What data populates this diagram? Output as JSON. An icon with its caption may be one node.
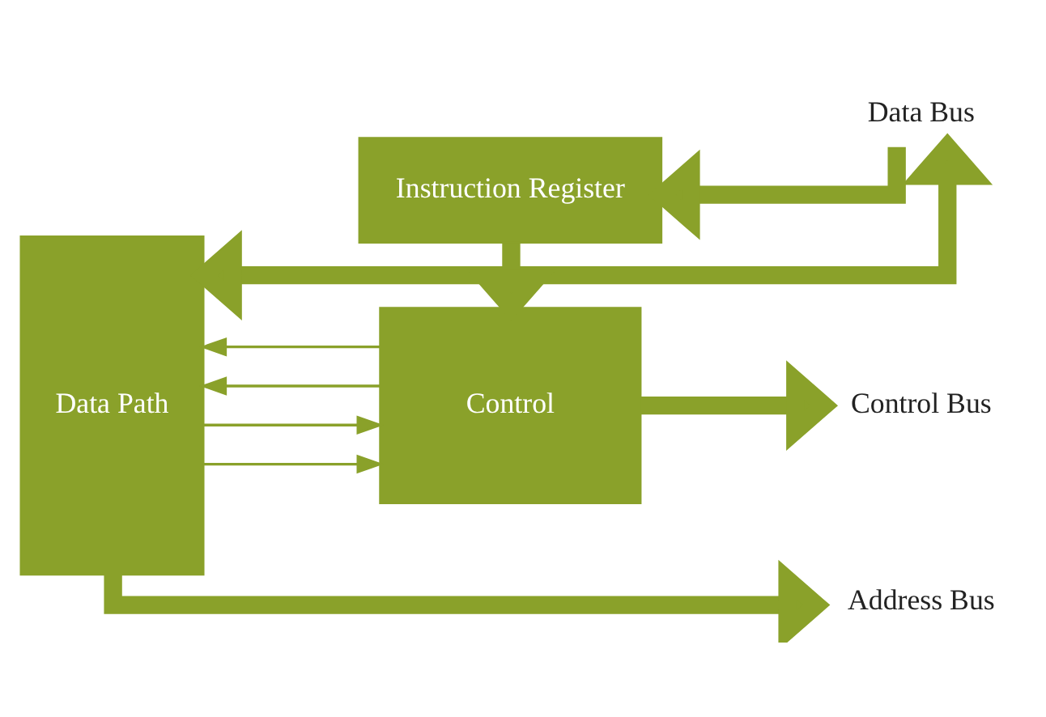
{
  "diagram": {
    "nodes": [
      {
        "text": [
          "Data Path"
        ]
      },
      {
        "text": [
          "Instruction Register"
        ]
      },
      {
        "text": [
          "Control"
        ]
      },
      {
        "text": [
          "Data Bus"
        ]
      },
      {
        "text": [
          "Control Bus"
        ]
      },
      {
        "text": [
          "Address Bus"
        ]
      }
    ],
    "edges": [
      {
        "from": 0,
        "to": 3,
        "arrow": "both"
      },
      {
        "from": 3,
        "to": 1,
        "arrow": "to"
      },
      {
        "from": 1,
        "to": 2,
        "arrow": "to"
      },
      {
        "from": 2,
        "to": 0,
        "arrow": "to"
      },
      {
        "from": 2,
        "to": 0,
        "arrow": "to"
      },
      {
        "from": 0,
        "to": 2,
        "arrow": "to"
      },
      {
        "from": 0,
        "to": 2,
        "arrow": "to"
      },
      {
        "from": 2,
        "to": 4,
        "arrow": "to"
      },
      {
        "from": 0,
        "to": 5,
        "arrow": "to"
      }
    ]
  }
}
